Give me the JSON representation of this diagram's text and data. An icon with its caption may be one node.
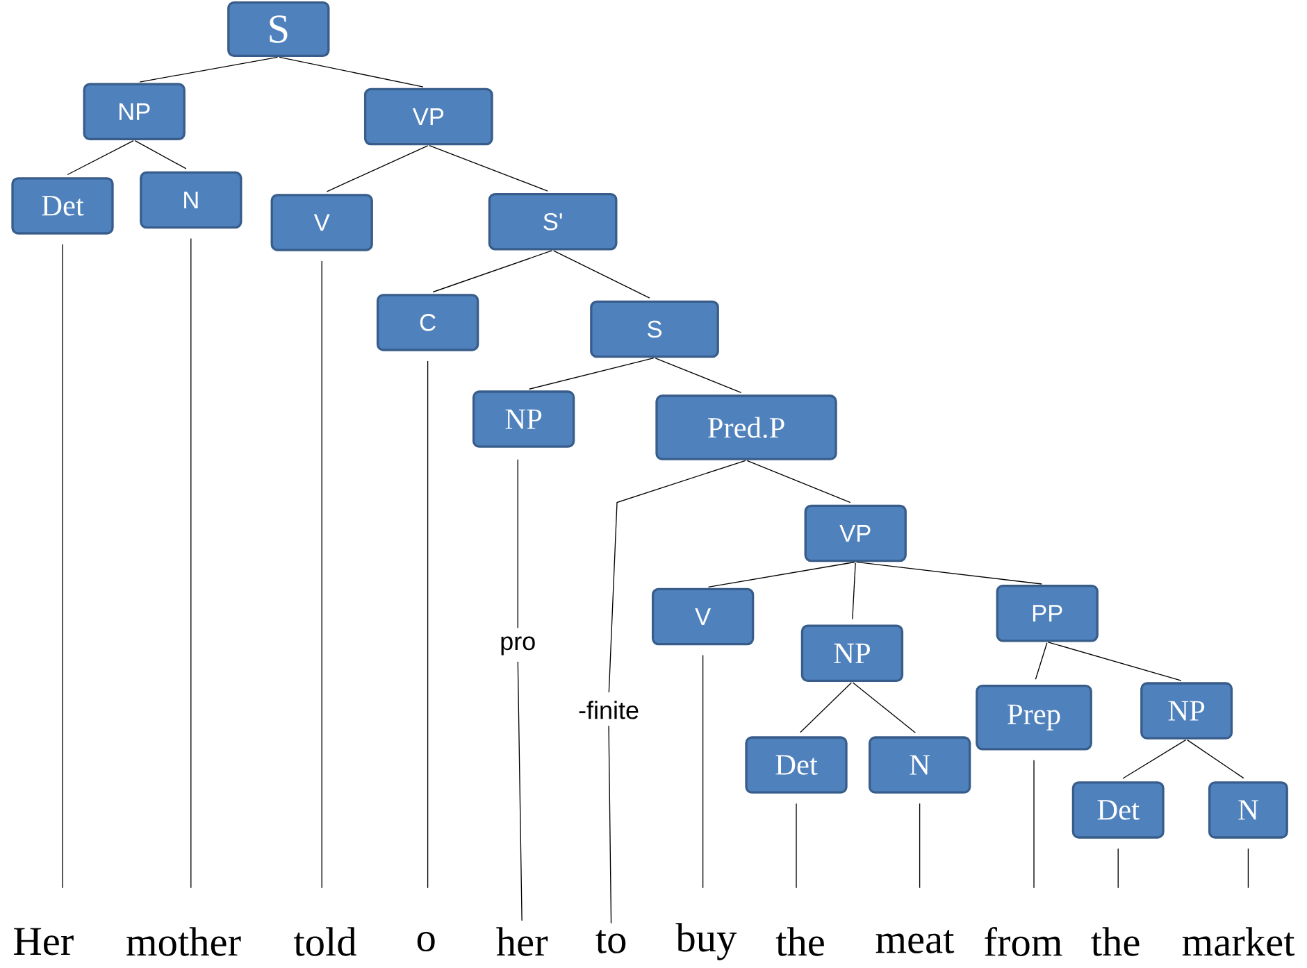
{
  "diagram": {
    "nodes": [
      {
        "text": [
          "S"
        ]
      },
      {
        "text": [
          "NP"
        ]
      },
      {
        "text": [
          "VP"
        ]
      },
      {
        "text": [
          "Det"
        ]
      },
      {
        "text": [
          "N"
        ]
      },
      {
        "text": [
          "V"
        ]
      },
      {
        "text": [
          "S'"
        ]
      },
      {
        "text": [
          "C"
        ]
      },
      {
        "text": [
          "S"
        ]
      },
      {
        "text": [
          "NP"
        ]
      },
      {
        "text": [
          "Pred.P"
        ]
      },
      {
        "text": [
          "VP"
        ]
      },
      {
        "text": [
          "V"
        ]
      },
      {
        "text": [
          "NP"
        ]
      },
      {
        "text": [
          "PP"
        ]
      },
      {
        "text": [
          "Prep"
        ]
      },
      {
        "text": [
          "NP"
        ]
      },
      {
        "text": [
          "Det"
        ]
      },
      {
        "text": [
          "N"
        ]
      },
      {
        "text": [
          "Det"
        ]
      },
      {
        "text": [
          "N"
        ]
      },
      {
        "text": [
          "pro"
        ]
      },
      {
        "text": [
          "-finite"
        ]
      },
      {
        "text": [
          "Her"
        ]
      },
      {
        "text": [
          "mother"
        ]
      },
      {
        "text": [
          "told"
        ]
      },
      {
        "text": [
          "o"
        ]
      },
      {
        "text": [
          "her"
        ]
      },
      {
        "text": [
          "to"
        ]
      },
      {
        "text": [
          "buy"
        ]
      },
      {
        "text": [
          "the"
        ]
      },
      {
        "text": [
          "meat"
        ]
      },
      {
        "text": [
          "from"
        ]
      },
      {
        "text": [
          "the"
        ]
      },
      {
        "text": [
          "market"
        ]
      }
    ],
    "edges": [
      {
        "from": 0,
        "to": 1,
        "arrow": "none"
      },
      {
        "from": 0,
        "to": 2,
        "arrow": "none"
      },
      {
        "from": 1,
        "to": 3,
        "arrow": "none"
      },
      {
        "from": 1,
        "to": 4,
        "arrow": "none"
      },
      {
        "from": 2,
        "to": 5,
        "arrow": "none"
      },
      {
        "from": 2,
        "to": 6,
        "arrow": "none"
      },
      {
        "from": 6,
        "to": 7,
        "arrow": "none"
      },
      {
        "from": 6,
        "to": 8,
        "arrow": "none"
      },
      {
        "from": 8,
        "to": 9,
        "arrow": "none"
      },
      {
        "from": 8,
        "to": 10,
        "arrow": "none"
      },
      {
        "from": 10,
        "to": 22,
        "arrow": "none"
      },
      {
        "from": 10,
        "to": 11,
        "arrow": "none"
      },
      {
        "from": 11,
        "to": 12,
        "arrow": "none"
      },
      {
        "from": 11,
        "to": 13,
        "arrow": "none"
      },
      {
        "from": 11,
        "to": 14,
        "arrow": "none"
      },
      {
        "from": 13,
        "to": 17,
        "arrow": "none"
      },
      {
        "from": 13,
        "to": 18,
        "arrow": "none"
      },
      {
        "from": 14,
        "to": 15,
        "arrow": "none"
      },
      {
        "from": 14,
        "to": 16,
        "arrow": "none"
      },
      {
        "from": 16,
        "to": 19,
        "arrow": "none"
      },
      {
        "from": 16,
        "to": 20,
        "arrow": "none"
      },
      {
        "from": 9,
        "to": 21,
        "arrow": "none"
      },
      {
        "from": 21,
        "to": 27,
        "arrow": "none"
      },
      {
        "from": 22,
        "to": 28,
        "arrow": "none"
      },
      {
        "from": 3,
        "to": 23,
        "arrow": "none"
      },
      {
        "from": 4,
        "to": 24,
        "arrow": "none"
      },
      {
        "from": 5,
        "to": 25,
        "arrow": "none"
      },
      {
        "from": 7,
        "to": 26,
        "arrow": "none"
      },
      {
        "from": 12,
        "to": 29,
        "arrow": "none"
      },
      {
        "from": 17,
        "to": 30,
        "arrow": "none"
      },
      {
        "from": 18,
        "to": 31,
        "arrow": "none"
      },
      {
        "from": 15,
        "to": 32,
        "arrow": "none"
      },
      {
        "from": 19,
        "to": 33,
        "arrow": "none"
      },
      {
        "from": 20,
        "to": 34,
        "arrow": "none"
      }
    ]
  }
}
